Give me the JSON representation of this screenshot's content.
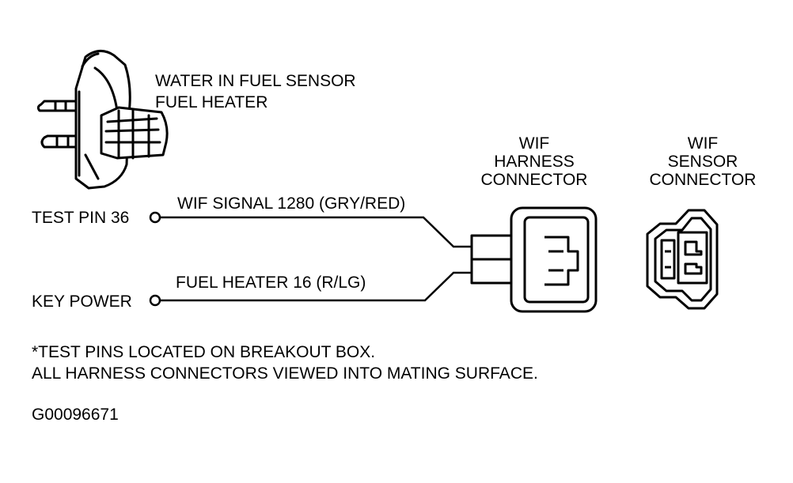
{
  "sensor": {
    "title_line1": "WATER IN FUEL SENSOR",
    "title_line2": "FUEL HEATER"
  },
  "harness_connector": {
    "line1": "WIF",
    "line2": "HARNESS",
    "line3": "CONNECTOR"
  },
  "sensor_connector": {
    "line1": "WIF",
    "line2": "SENSOR",
    "line3": "CONNECTOR"
  },
  "circuits": [
    {
      "terminal": "TEST PIN 36",
      "wire": "WIF SIGNAL 1280 (GRY/RED)"
    },
    {
      "terminal": "KEY POWER",
      "wire": "FUEL HEATER 16 (R/LG)"
    }
  ],
  "notes": {
    "line1": "*TEST PINS LOCATED ON BREAKOUT BOX.",
    "line2": "ALL HARNESS CONNECTORS VIEWED INTO MATING SURFACE."
  },
  "figure_id": "G00096671"
}
